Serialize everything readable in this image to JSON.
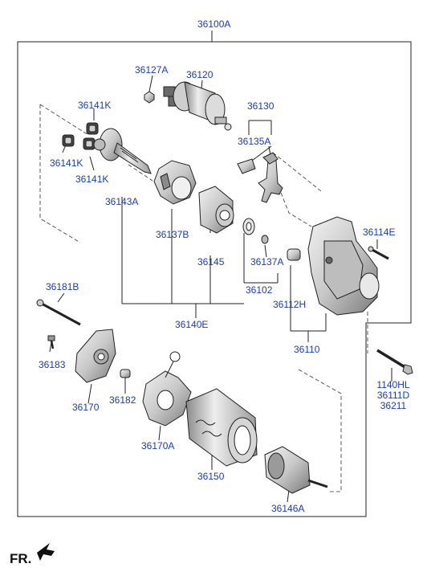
{
  "diagram": {
    "assembly_label": "36100A",
    "part_labels": {
      "p36127A": "36127A",
      "p36120": "36120",
      "p36130": "36130",
      "p36135A": "36135A",
      "p36141K_a": "36141K",
      "p36141K_b": "36141K",
      "p36141K_c": "36141K",
      "p36143A": "36143A",
      "p36137B": "36137B",
      "p36145": "36145",
      "p36137A": "36137A",
      "p36102": "36102",
      "p36112H": "36112H",
      "p36114E": "36114E",
      "p36140E": "36140E",
      "p36110": "36110",
      "p36181B": "36181B",
      "p36183": "36183",
      "p36170": "36170",
      "p36182": "36182",
      "p36170A": "36170A",
      "p36150": "36150",
      "p36146A": "36146A"
    },
    "bolt_labels": [
      "1140HL",
      "36111D",
      "36211"
    ],
    "front_indicator": "FR."
  },
  "colors": {
    "label": "#1a3db5",
    "line": "#222222",
    "part_fill": "#e2e2e2",
    "part_shade": "#9a9a9a"
  }
}
